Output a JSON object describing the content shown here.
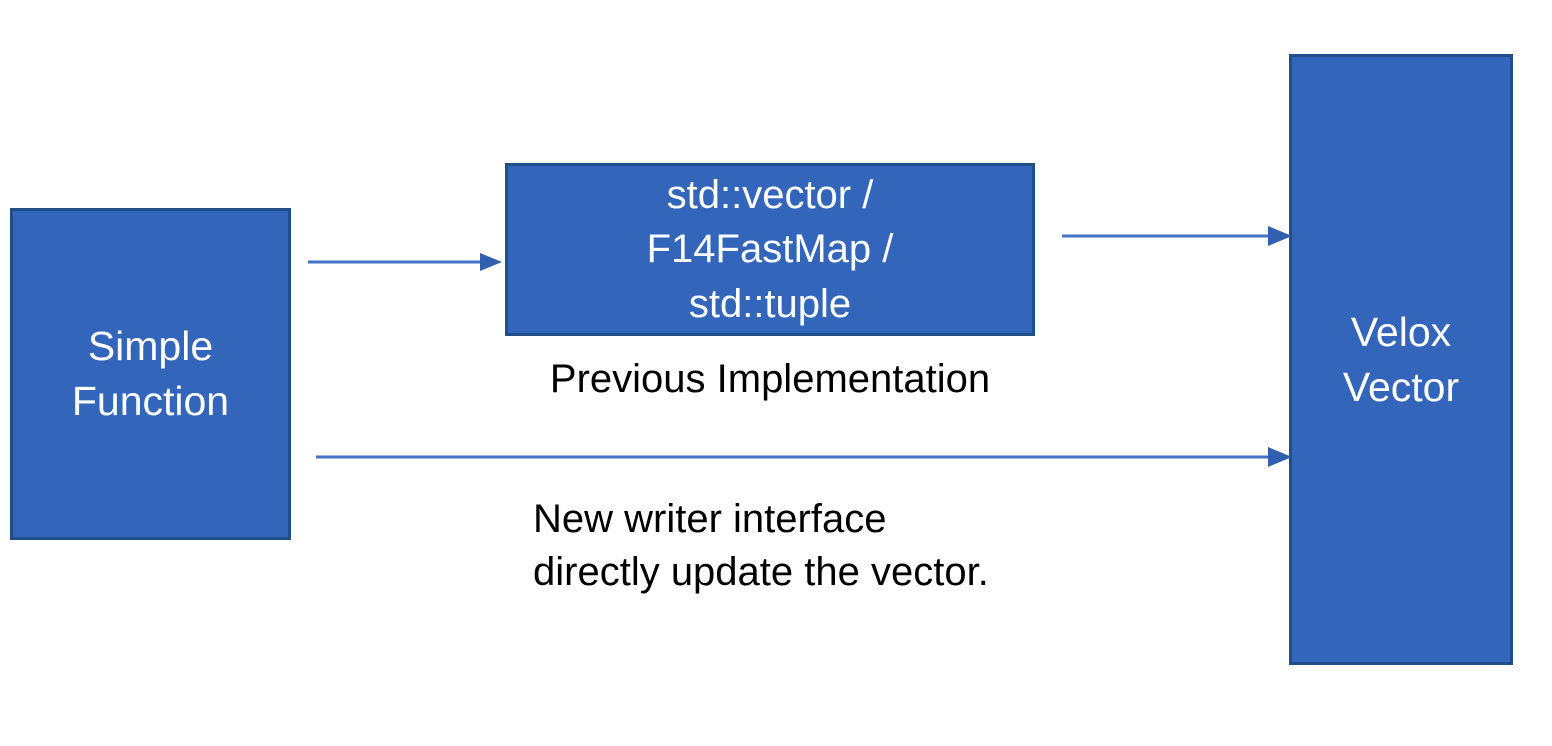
{
  "diagram": {
    "title": "Simple Function writer interface diagram",
    "background_color": "#FFFFFF",
    "box_fill_color": "#3366BB",
    "box_border_color": "#1F4E88",
    "box_text_color": "#FFFFFF",
    "arrow_color": "#4472C4",
    "caption_text_color": "#000000"
  },
  "boxes": {
    "simple_function": {
      "label": "Simple\nFunction"
    },
    "previous_impl": {
      "label": "std::vector /\nF14FastMap /\nstd::tuple"
    },
    "velox_vector": {
      "label": "Velox\nVector"
    }
  },
  "captions": {
    "previous_implementation": "Previous Implementation",
    "new_writer_interface": "New writer interface\ndirectly update the vector."
  },
  "arrows": [
    {
      "name": "arrow-simple-function-to-previous-impl",
      "from": "Simple Function",
      "to": "std::vector / F14FastMap / std::tuple"
    },
    {
      "name": "arrow-previous-impl-to-velox-vector",
      "from": "std::vector / F14FastMap / std::tuple",
      "to": "Velox Vector"
    },
    {
      "name": "arrow-simple-function-to-velox-vector",
      "from": "Simple Function",
      "to": "Velox Vector"
    }
  ]
}
